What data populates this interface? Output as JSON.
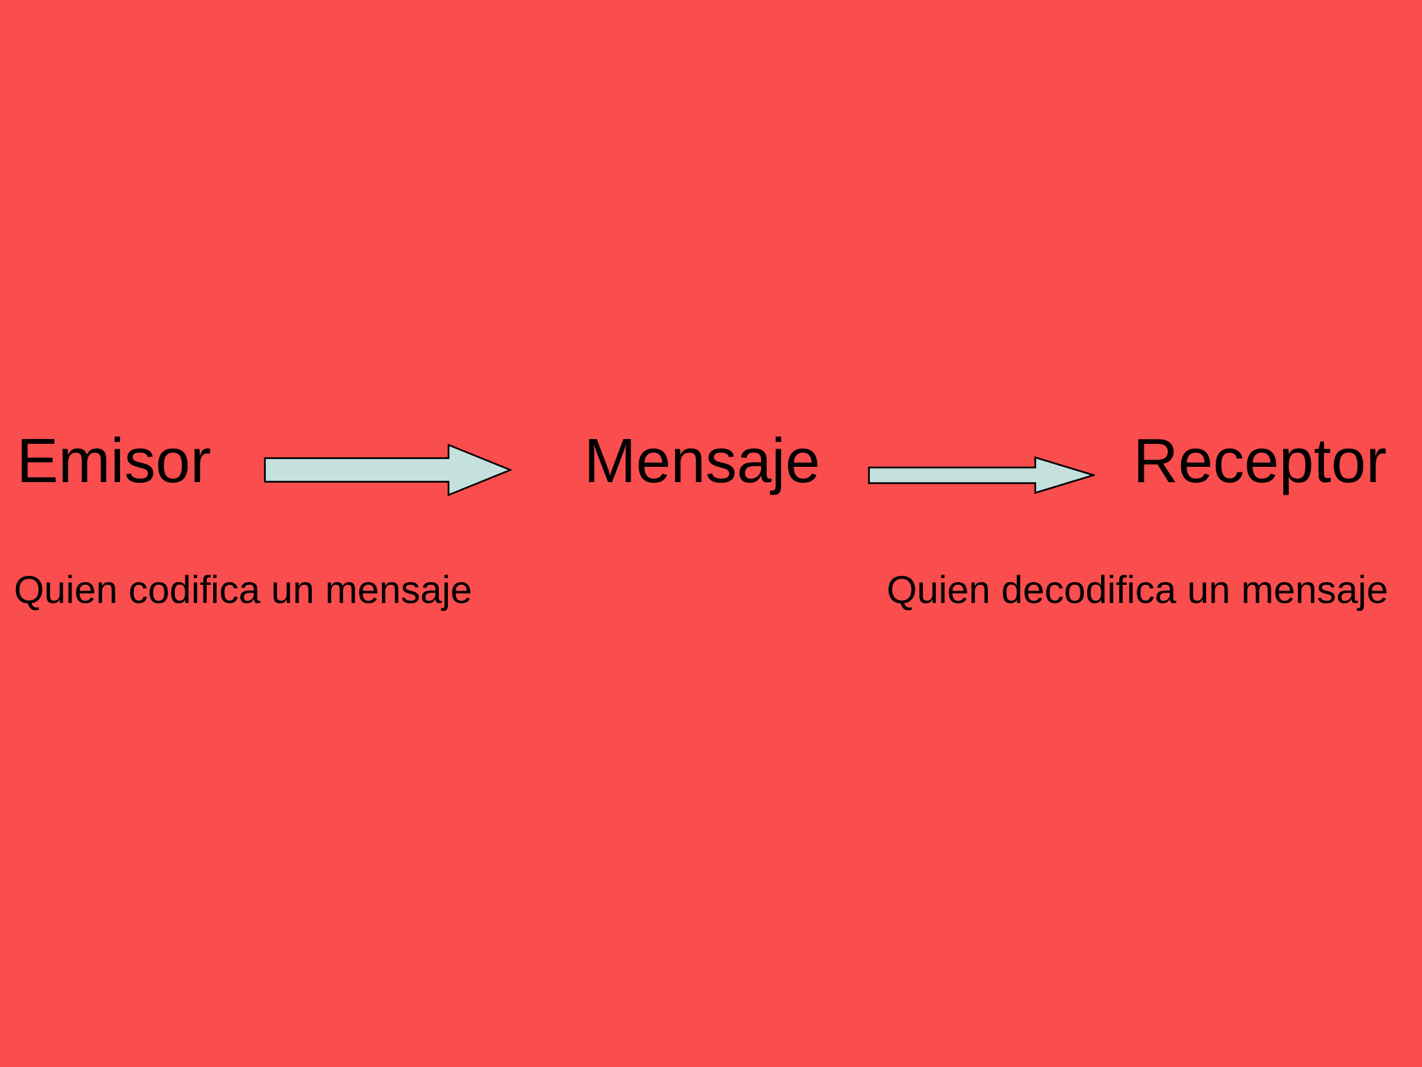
{
  "slide": {
    "title_row": {
      "sender_label": "Emisor",
      "message_label": "Mensaje",
      "receiver_label": "Receptor"
    },
    "captions": {
      "sender_caption": "Quien codifica un mensaje",
      "receiver_caption": "Quien decodifica un mensaje"
    },
    "icons": {
      "arrow_1": "right-arrow",
      "arrow_2": "right-arrow"
    }
  },
  "colors": {
    "background": "#FA4D4D",
    "arrow_fill": "#C5E1DE",
    "arrow_stroke": "#000000",
    "text": "#000000"
  }
}
